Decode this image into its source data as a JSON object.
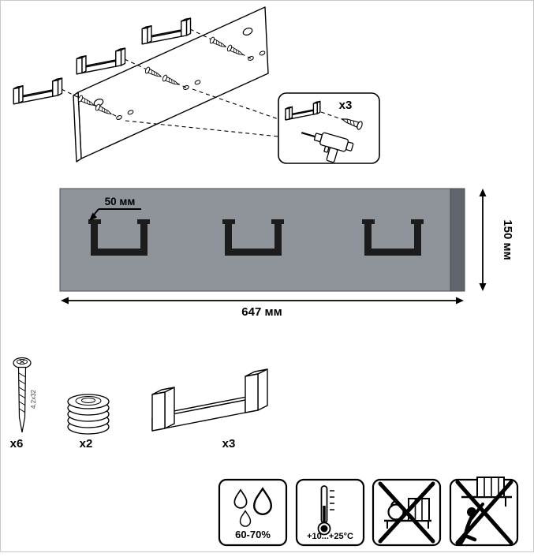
{
  "colors": {
    "panel_face": "#8e949a",
    "panel_edge": "#60656b",
    "hook": "#1c1c1c"
  },
  "exploded": {
    "callout_qty": "x3"
  },
  "dims": {
    "hook_offset": "50 мм",
    "height": "150 мм",
    "width": "647 мм"
  },
  "parts": {
    "screw_qty": "x6",
    "screw_size": "4.2x32",
    "washer_qty": "x2",
    "hook_qty": "x3"
  },
  "care": {
    "humidity": "60-70%",
    "temperature": "+10...+25°C"
  }
}
